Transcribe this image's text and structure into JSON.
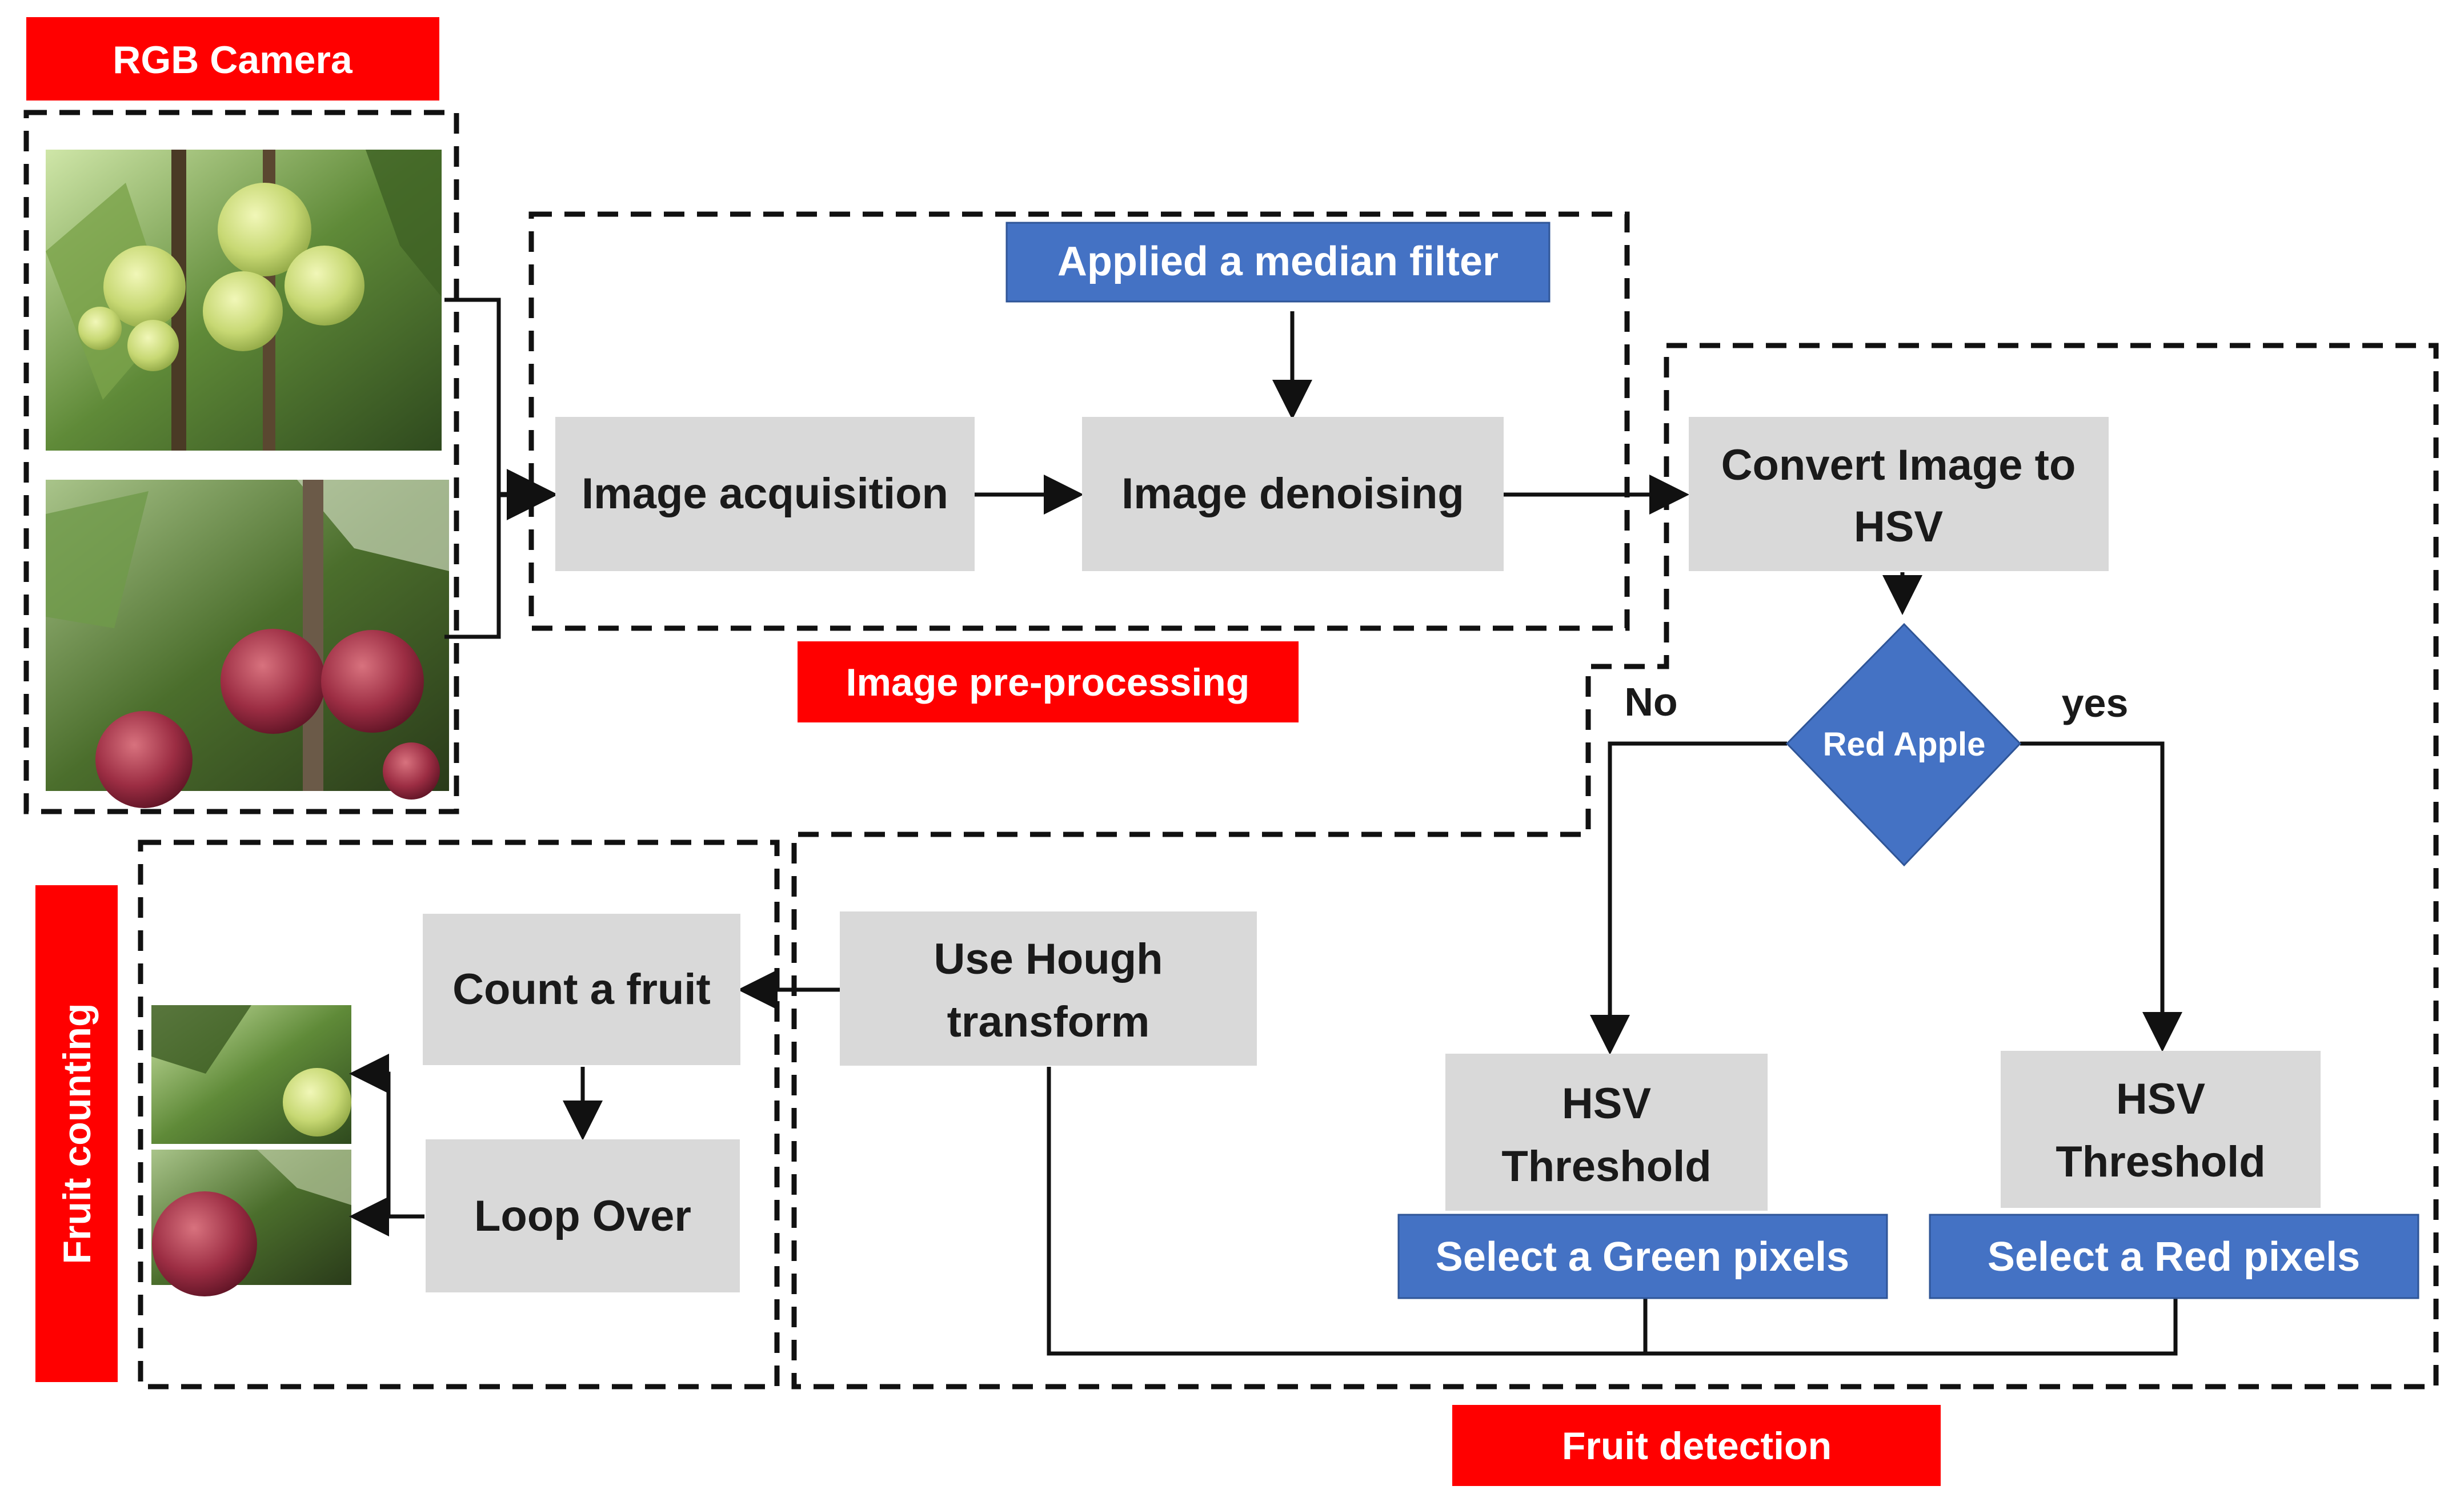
{
  "labels": {
    "rgb_camera": "RGB Camera",
    "pre_processing": "Image pre-processing",
    "fruit_detection": "Fruit detection",
    "fruit_counting": "Fruit counting"
  },
  "nodes": {
    "median_filter": "Applied a median filter",
    "acquisition": "Image acquisition",
    "denoising": "Image denoising",
    "convert_hsv": [
      "Convert Image to",
      "HSV"
    ],
    "decision": "Red Apple",
    "branch_no": "No",
    "branch_yes": "yes",
    "hsv_left": [
      "HSV",
      "Threshold"
    ],
    "hsv_right": [
      "HSV",
      "Threshold"
    ],
    "select_green": "Select a Green pixels",
    "select_red": "Select a Red pixels",
    "hough": [
      "Use Hough",
      "transform"
    ],
    "count": "Count a fruit",
    "loop": "Loop Over"
  },
  "colors": {
    "red_label": "#ff0000",
    "blue_box": "#4472c4",
    "diamond": "#4472c4",
    "gray_box": "#d9d9d9",
    "text_dark": "#1a1a1a",
    "text_light": "#ffffff"
  }
}
